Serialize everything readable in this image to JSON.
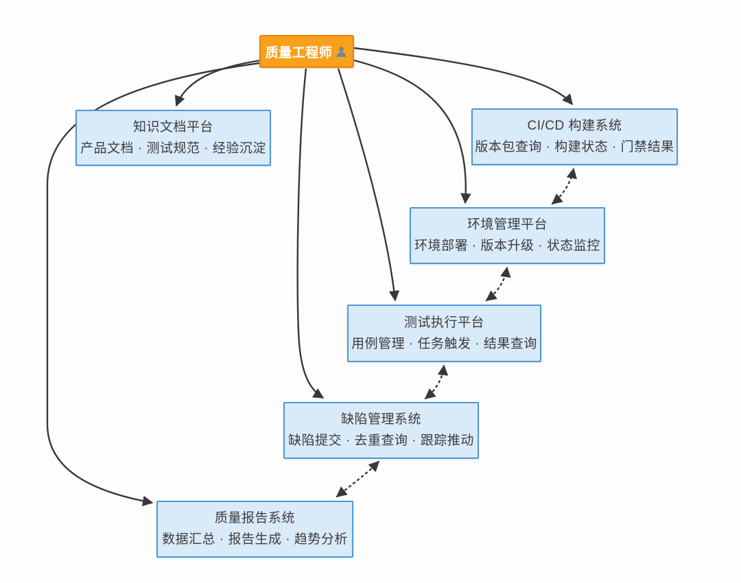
{
  "diagram": {
    "actor": {
      "label": "质量工程师",
      "icon": "person-icon"
    },
    "nodes": [
      {
        "id": "knowledge",
        "title": "知识文档平台",
        "subtitle": "产品文档 · 测试规范 · 经验沉淀"
      },
      {
        "id": "cicd",
        "title": "CI/CD 构建系统",
        "subtitle": "版本包查询 · 构建状态 · 门禁结果"
      },
      {
        "id": "env",
        "title": "环境管理平台",
        "subtitle": "环境部署 · 版本升级 · 状态监控"
      },
      {
        "id": "test",
        "title": "测试执行平台",
        "subtitle": "用例管理 · 任务触发 · 结果查询"
      },
      {
        "id": "defect",
        "title": "缺陷管理系统",
        "subtitle": "缺陷提交 · 去重查询 · 跟踪推动"
      },
      {
        "id": "report",
        "title": "质量报告系统",
        "subtitle": "数据汇总 · 报告生成 · 趋势分析"
      }
    ],
    "edges": [
      {
        "from": "质量工程师",
        "to": "知识文档平台",
        "style": "solid",
        "direction": "one-way"
      },
      {
        "from": "质量工程师",
        "to": "CI/CD 构建系统",
        "style": "solid",
        "direction": "one-way"
      },
      {
        "from": "质量工程师",
        "to": "环境管理平台",
        "style": "solid",
        "direction": "one-way"
      },
      {
        "from": "质量工程师",
        "to": "测试执行平台",
        "style": "solid",
        "direction": "one-way"
      },
      {
        "from": "质量工程师",
        "to": "缺陷管理系统",
        "style": "solid",
        "direction": "one-way"
      },
      {
        "from": "质量工程师",
        "to": "质量报告系统",
        "style": "solid",
        "direction": "one-way"
      },
      {
        "from": "CI/CD 构建系统",
        "to": "环境管理平台",
        "style": "dotted",
        "direction": "two-way"
      },
      {
        "from": "环境管理平台",
        "to": "测试执行平台",
        "style": "dotted",
        "direction": "two-way"
      },
      {
        "from": "测试执行平台",
        "to": "缺陷管理系统",
        "style": "dotted",
        "direction": "two-way"
      },
      {
        "from": "缺陷管理系统",
        "to": "质量报告系统",
        "style": "dotted",
        "direction": "two-way"
      }
    ],
    "colors": {
      "actor_fill": "#f9a11b",
      "actor_border": "#e8820c",
      "actor_text": "#ffffff",
      "node_fill": "#d9eaf9",
      "node_border": "#4e97d4",
      "node_text": "#3d3d3d",
      "arrow": "#383838",
      "person_icon": "#6787a3"
    }
  }
}
